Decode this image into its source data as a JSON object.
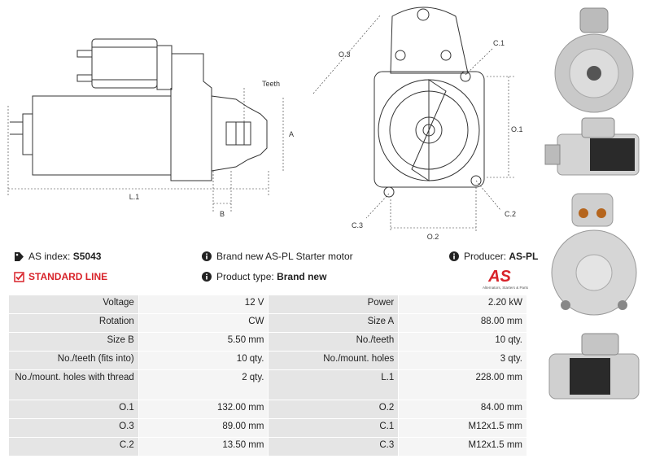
{
  "diagram": {
    "labels": {
      "teeth": "Teeth",
      "a": "A",
      "b": "B",
      "l1": "L.1",
      "o3": "O.3",
      "c1": "C.1",
      "o1": "O.1",
      "c3": "C.3",
      "c2": "C.2",
      "o2": "O.2"
    }
  },
  "info": {
    "as_index_label": "AS index:",
    "as_index_value": "S5043",
    "line": "STANDARD LINE",
    "brand_text": "Brand new AS-PL Starter motor",
    "product_type_label": "Product type:",
    "product_type_value": "Brand new",
    "producer_label": "Producer:",
    "producer_value": "AS-PL"
  },
  "logo": {
    "mark": "AS",
    "tagline": "Alternators, Starters & Parts"
  },
  "colors": {
    "accent": "#d8232a",
    "label_bg": "#e5e5e5",
    "value_bg": "#f5f5f5"
  },
  "specs": [
    {
      "l1": "Voltage",
      "v1": "12 V",
      "l2": "Power",
      "v2": "2.20 kW"
    },
    {
      "l1": "Rotation",
      "v1": "CW",
      "l2": "Size A",
      "v2": "88.00 mm"
    },
    {
      "l1": "Size B",
      "v1": "5.50 mm",
      "l2": "No./teeth",
      "v2": "10 qty."
    },
    {
      "l1": "No./teeth (fits into)",
      "v1": "10 qty.",
      "l2": "No./mount. holes",
      "v2": "3 qty."
    },
    {
      "l1": "No./mount. holes with thread",
      "v1": "2 qty.",
      "l2": "L.1",
      "v2": "228.00 mm"
    },
    {
      "l1": "O.1",
      "v1": "132.00 mm",
      "l2": "O.2",
      "v2": "84.00 mm"
    },
    {
      "l1": "O.3",
      "v1": "89.00 mm",
      "l2": "C.1",
      "v2": "M12x1.5 mm"
    },
    {
      "l1": "C.2",
      "v1": "13.50 mm",
      "l2": "C.3",
      "v2": "M12x1.5 mm"
    }
  ]
}
